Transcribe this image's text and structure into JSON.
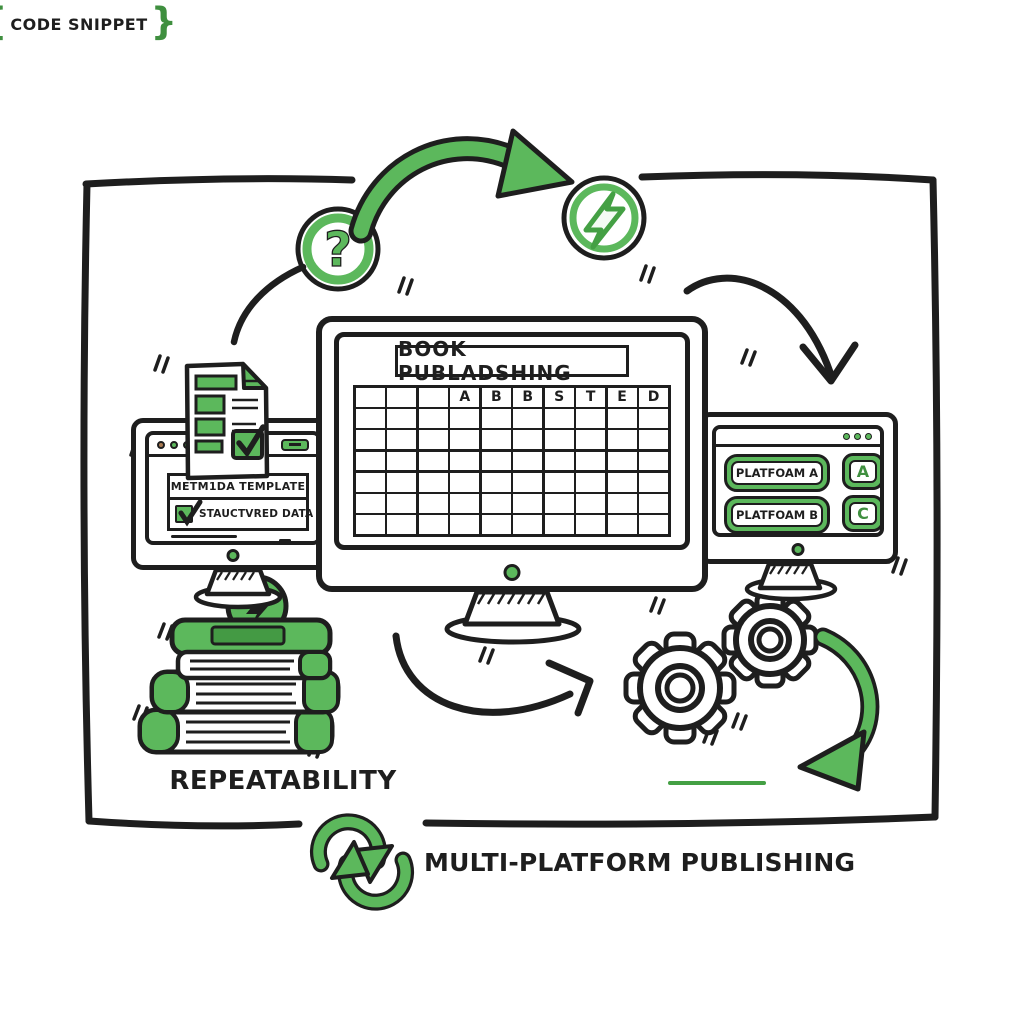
{
  "palette": {
    "ink": "#1e1e1e",
    "green": "#5cb85c",
    "green_dark": "#449a44",
    "paper": "#ffffff"
  },
  "icons": {
    "question_glyph": "?",
    "top_badge": "lightning-bolt-icon",
    "book_badge": "lightning-bolt-icon",
    "gears": "gear-icon",
    "loop": "recycle-loop-icon",
    "document": "document-checklist-icon"
  },
  "left_monitor": {
    "window_dot_colors": [
      "#a97a52",
      "#5cb85c",
      "#3f8f3f"
    ],
    "panel_title": "METM1DA TEMPLATE",
    "panel_item": "STAUCTVRED DATA"
  },
  "center_monitor": {
    "title": "BOOK PUBLADSHING",
    "grid": {
      "columns": 10,
      "rows": 7,
      "header_labels": [
        "",
        "",
        "",
        "A",
        "B",
        "B",
        "S",
        "T",
        "E",
        "D"
      ]
    }
  },
  "right_monitor": {
    "platform_buttons": [
      "PLATFOAM A",
      "PLATFOAM B"
    ],
    "key_buttons": [
      "A",
      "C"
    ]
  },
  "labels": {
    "repeatability": "REPEATABILITY",
    "code_snippet_open": "{",
    "code_snippet": "CODE SNIPPET",
    "code_snippet_close": "}",
    "multi_platform": "MULTI-PLATFORM PUBLISHING"
  }
}
